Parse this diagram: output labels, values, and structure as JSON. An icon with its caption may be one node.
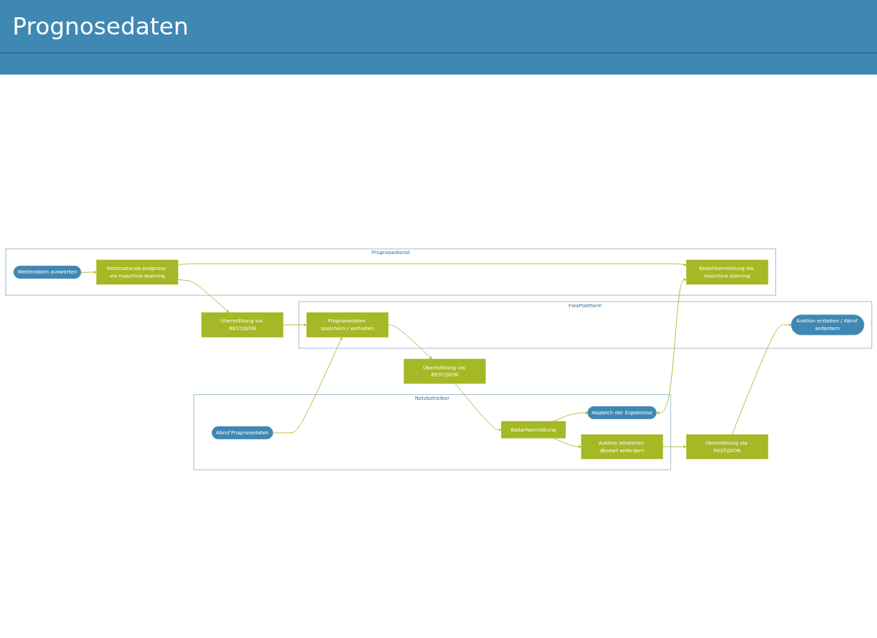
{
  "diagram": {
    "title": "Prognosedaten",
    "nodes": [
      {
        "text": [
          "Netzbetreiber"
        ]
      },
      {
        "text": [
          "Abruf Prognosedaten"
        ],
        "in": 0
      },
      {
        "text": [
          "Bedarfsermittlung"
        ],
        "in": 0
      },
      {
        "text": [
          "Abgleich der Ergebnisse"
        ],
        "in": 0
      },
      {
        "text": [
          "Auktion einstellen /Bedarf anfordern"
        ],
        "in": 0
      },
      {
        "text": [
          "Übermittlung via REST/JSON"
        ]
      },
      {
        "text": [
          "Übermittlung via REST/JSON"
        ]
      },
      {
        "text": [
          "FlexPlattform"
        ]
      },
      {
        "text": [
          "Prognosedaten speichern / vorhalten"
        ],
        "in": 7
      },
      {
        "text": [
          "Auktion erstellen / Abruf anfordern"
        ],
        "in": 7
      },
      {
        "text": [
          "Übermittlung via REST/JSON"
        ]
      },
      {
        "text": [
          "Prognosedienst"
        ]
      },
      {
        "text": [
          "Wetterdaten auswerten"
        ],
        "in": 11
      },
      {
        "text": [
          "Netzzustands-prognose via maschine learning"
        ],
        "in": 11
      },
      {
        "text": [
          "Bedarfsermittlung via maschine learning"
        ],
        "in": 11
      }
    ],
    "edges": [
      {
        "from": 1,
        "to": 8,
        "arrow": "to"
      },
      {
        "from": 2,
        "to": 3,
        "arrow": "to"
      },
      {
        "from": 2,
        "to": 4,
        "arrow": "to"
      },
      {
        "from": 4,
        "to": 6,
        "arrow": "to"
      },
      {
        "from": 6,
        "to": 9,
        "arrow": "to"
      },
      {
        "from": 12,
        "to": 13,
        "arrow": "to"
      },
      {
        "from": 13,
        "to": 14,
        "arrow": "to"
      },
      {
        "from": 13,
        "to": 10,
        "arrow": "to"
      },
      {
        "from": 10,
        "to": 8,
        "arrow": "to"
      },
      {
        "from": 8,
        "to": 5,
        "arrow": "to"
      },
      {
        "from": 5,
        "to": 2,
        "arrow": "to"
      },
      {
        "from": 3,
        "to": 14,
        "arrow": "both"
      }
    ]
  }
}
